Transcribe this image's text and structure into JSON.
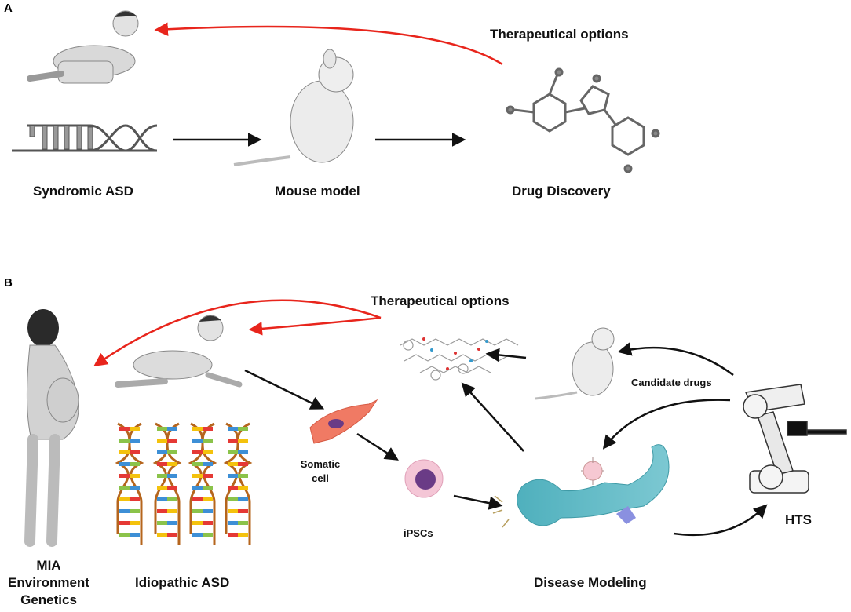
{
  "panel_a": {
    "letter": "A",
    "therapeutic_label": "Therapeutical options",
    "nodes": [
      {
        "id": "syndromic-asd",
        "label": "Syndromic ASD",
        "icon": "baby-and-dna-icon"
      },
      {
        "id": "mouse-model",
        "label": "Mouse model",
        "icon": "mouse-icon"
      },
      {
        "id": "drug-discovery",
        "label": "Drug Discovery",
        "icon": "molecule-icon"
      }
    ],
    "edges": [
      {
        "from": "syndromic-asd",
        "to": "mouse-model",
        "color": "#000000"
      },
      {
        "from": "mouse-model",
        "to": "drug-discovery",
        "color": "#000000"
      },
      {
        "from": "drug-discovery",
        "to": "baby",
        "color": "#e8251c",
        "label": "Therapeutical options"
      }
    ]
  },
  "panel_b": {
    "letter": "B",
    "therapeutic_label": "Therapeutical options",
    "candidate_label": "Candidate drugs",
    "nodes": [
      {
        "id": "mia",
        "label_lines": [
          "MIA",
          "Environment",
          "Genetics"
        ],
        "icon": "pregnant-woman-icon"
      },
      {
        "id": "idiopathic-asd",
        "label": "Idiopathic ASD",
        "icon": "dna-helices-icon"
      },
      {
        "id": "somatic-cell",
        "label_lines": [
          "Somatic",
          "cell"
        ],
        "icon": "fibroblast-icon"
      },
      {
        "id": "ipscs",
        "label": "iPSCs",
        "icon": "stem-cell-icon"
      },
      {
        "id": "disease-modeling",
        "label": "Disease Modeling",
        "icon": "neuron-icon"
      },
      {
        "id": "hts",
        "label": "HTS",
        "icon": "robot-arm-icon"
      }
    ],
    "colors": {
      "red_arrow": "#e8251c",
      "black_arrow": "#111111",
      "neuron": "#5fb8c4",
      "somatic": "#f07a64",
      "ipsc": "#f4c6d6",
      "nucleus": "#6a3b86"
    }
  }
}
